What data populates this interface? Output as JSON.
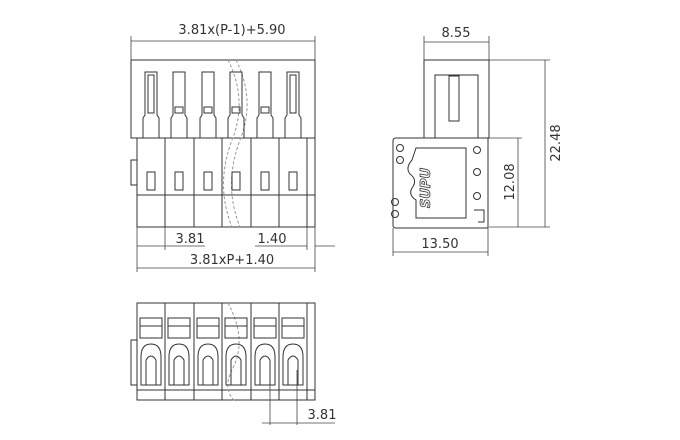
{
  "front_view": {
    "dim_overall_top": "3.81x(P-1)+5.90",
    "dim_pitch": "3.81",
    "dim_end": "1.40",
    "dim_overall_bottom": "3.81xP+1.40"
  },
  "side_view": {
    "dim_top_width": "8.55",
    "dim_total_height": "22.48",
    "dim_body_height": "12.08",
    "dim_body_width": "13.50",
    "logo": "SUPU"
  },
  "bottom_view": {
    "dim_pitch": "3.81"
  }
}
